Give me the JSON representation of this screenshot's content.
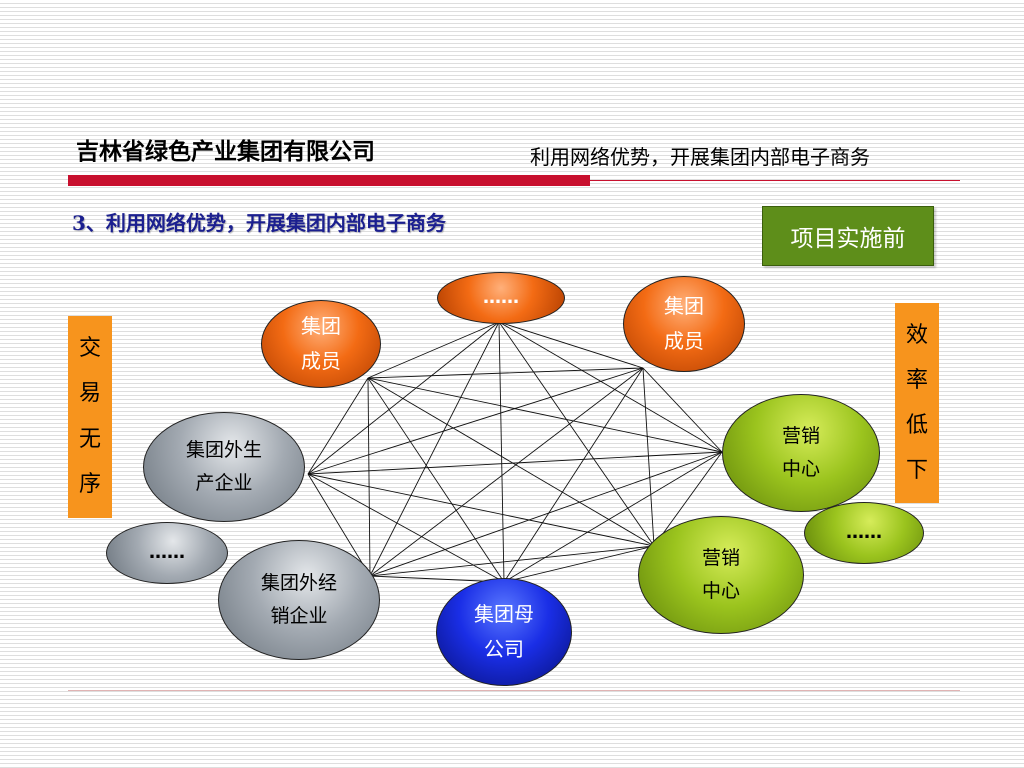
{
  "header": {
    "company": "吉林省绿色产业集团有限公司",
    "subtitle": "利用网络优势，开展集团内部电子商务"
  },
  "section_heading": "3、利用网络优势，开展集团内部电子商务",
  "stage_badge": "项目实施前",
  "left_label": [
    "交",
    "易",
    "无",
    "序"
  ],
  "right_label": [
    "效",
    "率",
    "低",
    "下"
  ],
  "nodes": {
    "member_left": [
      "集团",
      "成员"
    ],
    "top_more": "……",
    "member_right": [
      "集团",
      "成员"
    ],
    "outside_producer": [
      "集团外生",
      "产企业"
    ],
    "marketing_upper": [
      "营销",
      "中心"
    ],
    "right_more": "……",
    "left_more": "……",
    "outside_distributor": [
      "集团外经",
      "销企业"
    ],
    "marketing_lower": [
      "营销",
      "中心"
    ],
    "parent_company": [
      "集团母",
      "公司"
    ]
  },
  "colors": {
    "accent_red": "#c8102e",
    "heading_blue": "#1b1f8f",
    "badge_green": "#5e8e1a",
    "label_orange": "#f7941d"
  }
}
